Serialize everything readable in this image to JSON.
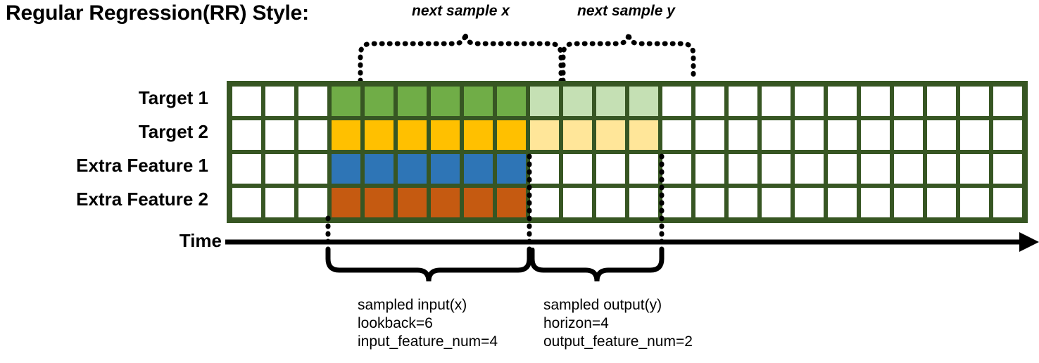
{
  "title": "Regular Regression(RR) Style:",
  "top_braces": [
    {
      "label": "next sample x"
    },
    {
      "label": "next sample y"
    }
  ],
  "rows": [
    {
      "label": "Target 1",
      "cells": [
        "white",
        "white",
        "white",
        "green",
        "green",
        "green",
        "green",
        "green",
        "green",
        "green-lt",
        "green-lt",
        "green-lt",
        "green-lt",
        "white",
        "white",
        "white",
        "white",
        "white",
        "white",
        "white",
        "white",
        "white",
        "white",
        "white"
      ]
    },
    {
      "label": "Target 2",
      "cells": [
        "white",
        "white",
        "white",
        "gold",
        "gold",
        "gold",
        "gold",
        "gold",
        "gold",
        "gold-lt",
        "gold-lt",
        "gold-lt",
        "gold-lt",
        "white",
        "white",
        "white",
        "white",
        "white",
        "white",
        "white",
        "white",
        "white",
        "white",
        "white"
      ]
    },
    {
      "label": "Extra Feature 1",
      "cells": [
        "white",
        "white",
        "white",
        "blue",
        "blue",
        "blue",
        "blue",
        "blue",
        "blue",
        "white",
        "white",
        "white",
        "white",
        "white",
        "white",
        "white",
        "white",
        "white",
        "white",
        "white",
        "white",
        "white",
        "white",
        "white"
      ]
    },
    {
      "label": "Extra Feature 2",
      "cells": [
        "white",
        "white",
        "white",
        "orange",
        "orange",
        "orange",
        "orange",
        "orange",
        "orange",
        "white",
        "white",
        "white",
        "white",
        "white",
        "white",
        "white",
        "white",
        "white",
        "white",
        "white",
        "white",
        "white",
        "white",
        "white"
      ]
    }
  ],
  "axis": {
    "label": "Time"
  },
  "captions": {
    "input": {
      "line1": "sampled input(x)",
      "line2": "lookback=6",
      "line3": "input_feature_num=4"
    },
    "output": {
      "line1": "sampled output(y)",
      "line2": "horizon=4",
      "line3": "output_feature_num=2"
    }
  },
  "colors": {
    "grid_border": "#375623",
    "green": "#70AD47",
    "green_light": "#C5E0B4",
    "gold": "#FFC000",
    "gold_light": "#FFE699",
    "blue": "#2E75B6",
    "orange": "#C55A11",
    "line": "#000000"
  },
  "geometry": {
    "columns": 24,
    "rows": 4,
    "lookback_start_col": 3,
    "lookback_end_col": 8,
    "horizon_start_col": 9,
    "horizon_end_col": 12
  }
}
